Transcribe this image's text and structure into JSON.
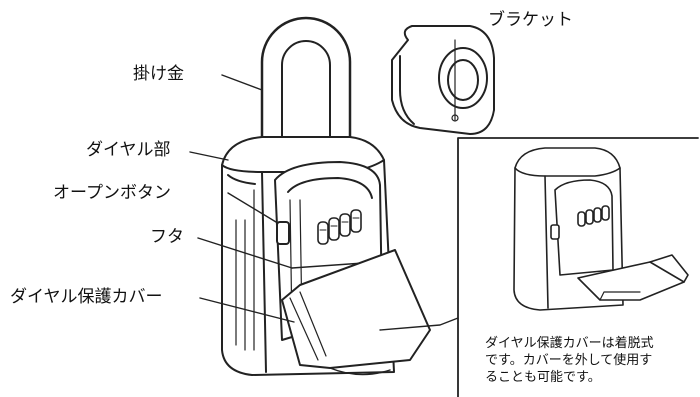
{
  "labels": {
    "shackle": "掛け金",
    "bracket": "ブラケット",
    "dial_section": "ダイヤル部",
    "open_button": "オープンボタン",
    "lid": "フタ",
    "dial_cover": "ダイヤル保護カバー"
  },
  "note": {
    "lines": [
      "ダイヤル保護カバーは着脱式",
      "です。カバーを外して使用す",
      "ることも可能です。"
    ]
  }
}
